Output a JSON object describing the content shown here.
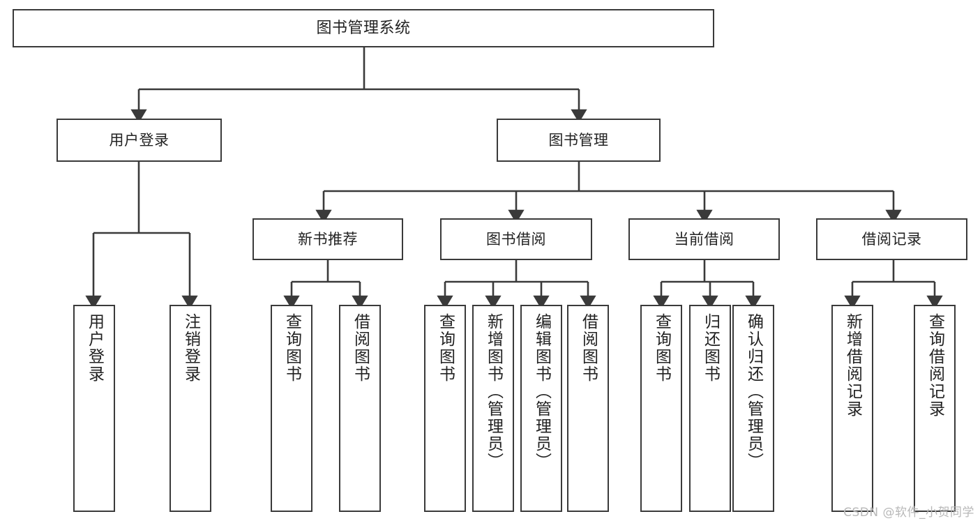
{
  "diagram": {
    "title": "图书管理系统",
    "type": "tree-hierarchy",
    "watermark": "CSDN @软件_小贺同学",
    "colors": {
      "box_border": "#3a3a3a",
      "box_fill": "#ffffff",
      "connector": "#3a3a3a",
      "text": "#222222",
      "watermark": "#b8b8b8",
      "background": "#ffffff"
    },
    "root": {
      "label": "图书管理系统"
    },
    "level1": [
      {
        "label": "用户登录"
      },
      {
        "label": "图书管理"
      }
    ],
    "level2": [
      {
        "label": "新书推荐"
      },
      {
        "label": "图书借阅"
      },
      {
        "label": "当前借阅"
      },
      {
        "label": "借阅记录"
      }
    ],
    "leaves": {
      "user_login": [
        {
          "label": "用户登录"
        },
        {
          "label": "注销登录"
        }
      ],
      "new_book_recommend": [
        {
          "label": "查询图书"
        },
        {
          "label": "借阅图书"
        }
      ],
      "book_borrow": [
        {
          "label": "查询图书"
        },
        {
          "label": "新增图书（管理员）"
        },
        {
          "label": "编辑图书（管理员）"
        },
        {
          "label": "借阅图书"
        }
      ],
      "current_borrow": [
        {
          "label": "查询图书"
        },
        {
          "label": "归还图书"
        },
        {
          "label": "确认归还（管理员）"
        }
      ],
      "borrow_record": [
        {
          "label": "新增借阅记录"
        },
        {
          "label": "查询借阅记录"
        }
      ]
    }
  }
}
